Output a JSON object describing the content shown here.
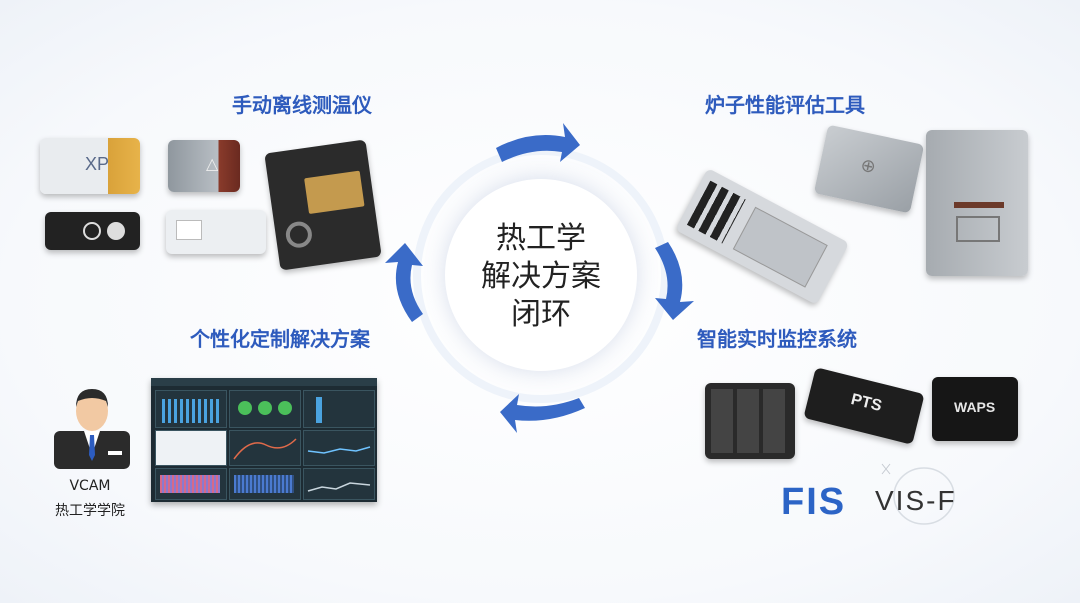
{
  "center": {
    "line1": "热工学",
    "line2": "解决方案",
    "line3": "闭环"
  },
  "sections": {
    "manual": "手动离线测温仪",
    "furnace": "炉子性能评估工具",
    "custom": "个性化定制解决方案",
    "monitor": "智能实时监控系统"
  },
  "person": {
    "line1": "VCAM",
    "line2": "热工学学院"
  },
  "logos": {
    "fis": "FIS",
    "visf": "VIS-F"
  },
  "device_marks": {
    "xp": "XP",
    "pts": "PTS",
    "waps": "WAPS"
  },
  "colors": {
    "accent": "#2e5bbd",
    "arrow": "#3a6bc8"
  }
}
